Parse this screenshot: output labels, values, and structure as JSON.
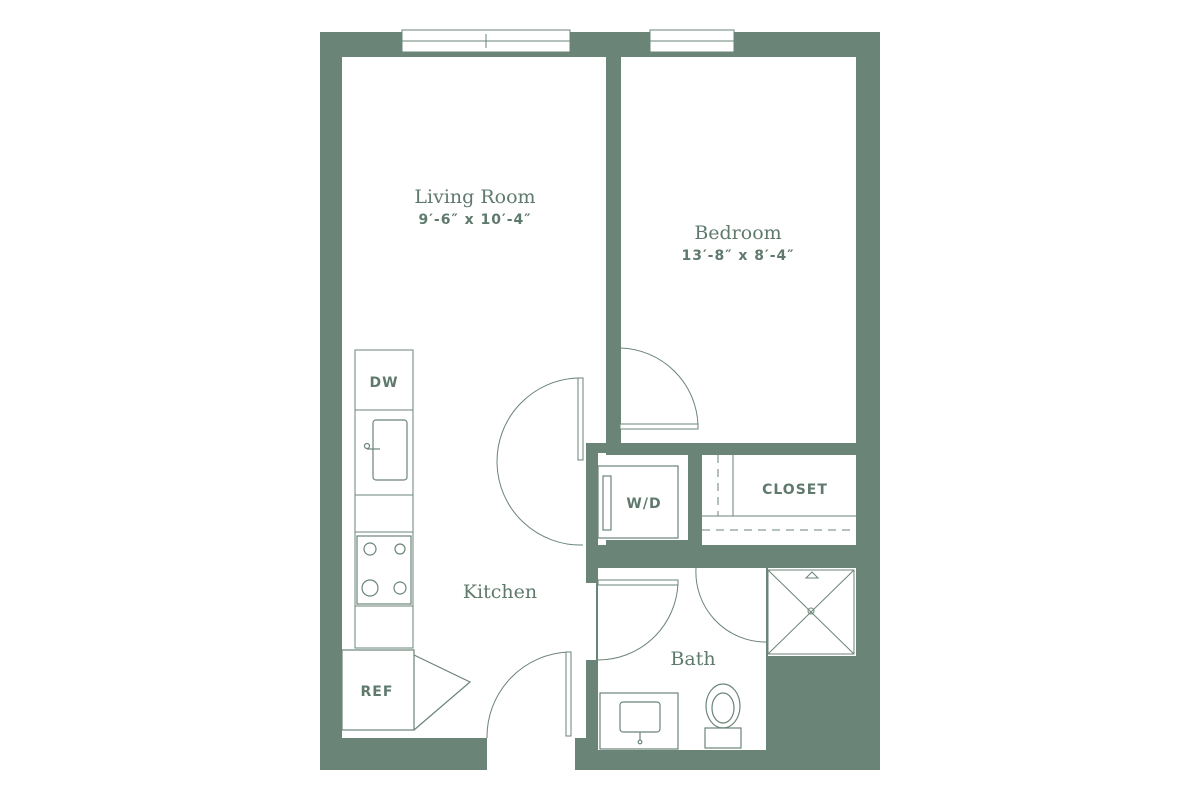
{
  "colors": {
    "wall": "#6b8478",
    "line": "#6b8478",
    "text": "#5f7a6d",
    "floor": "#ffffff",
    "background": "#ffffff"
  },
  "rooms": {
    "living": {
      "name": "Living Room",
      "dimensions": "9′-6″ x 10′-4″"
    },
    "bedroom": {
      "name": "Bedroom",
      "dimensions": "13′-8″ x 8′-4″"
    },
    "kitchen": {
      "name": "Kitchen"
    },
    "bath": {
      "name": "Bath"
    },
    "closet": {
      "name": "CLOSET"
    }
  },
  "fixtures": {
    "dishwasher": "DW",
    "washer_dryer": "W/D",
    "refrigerator": "REF"
  }
}
